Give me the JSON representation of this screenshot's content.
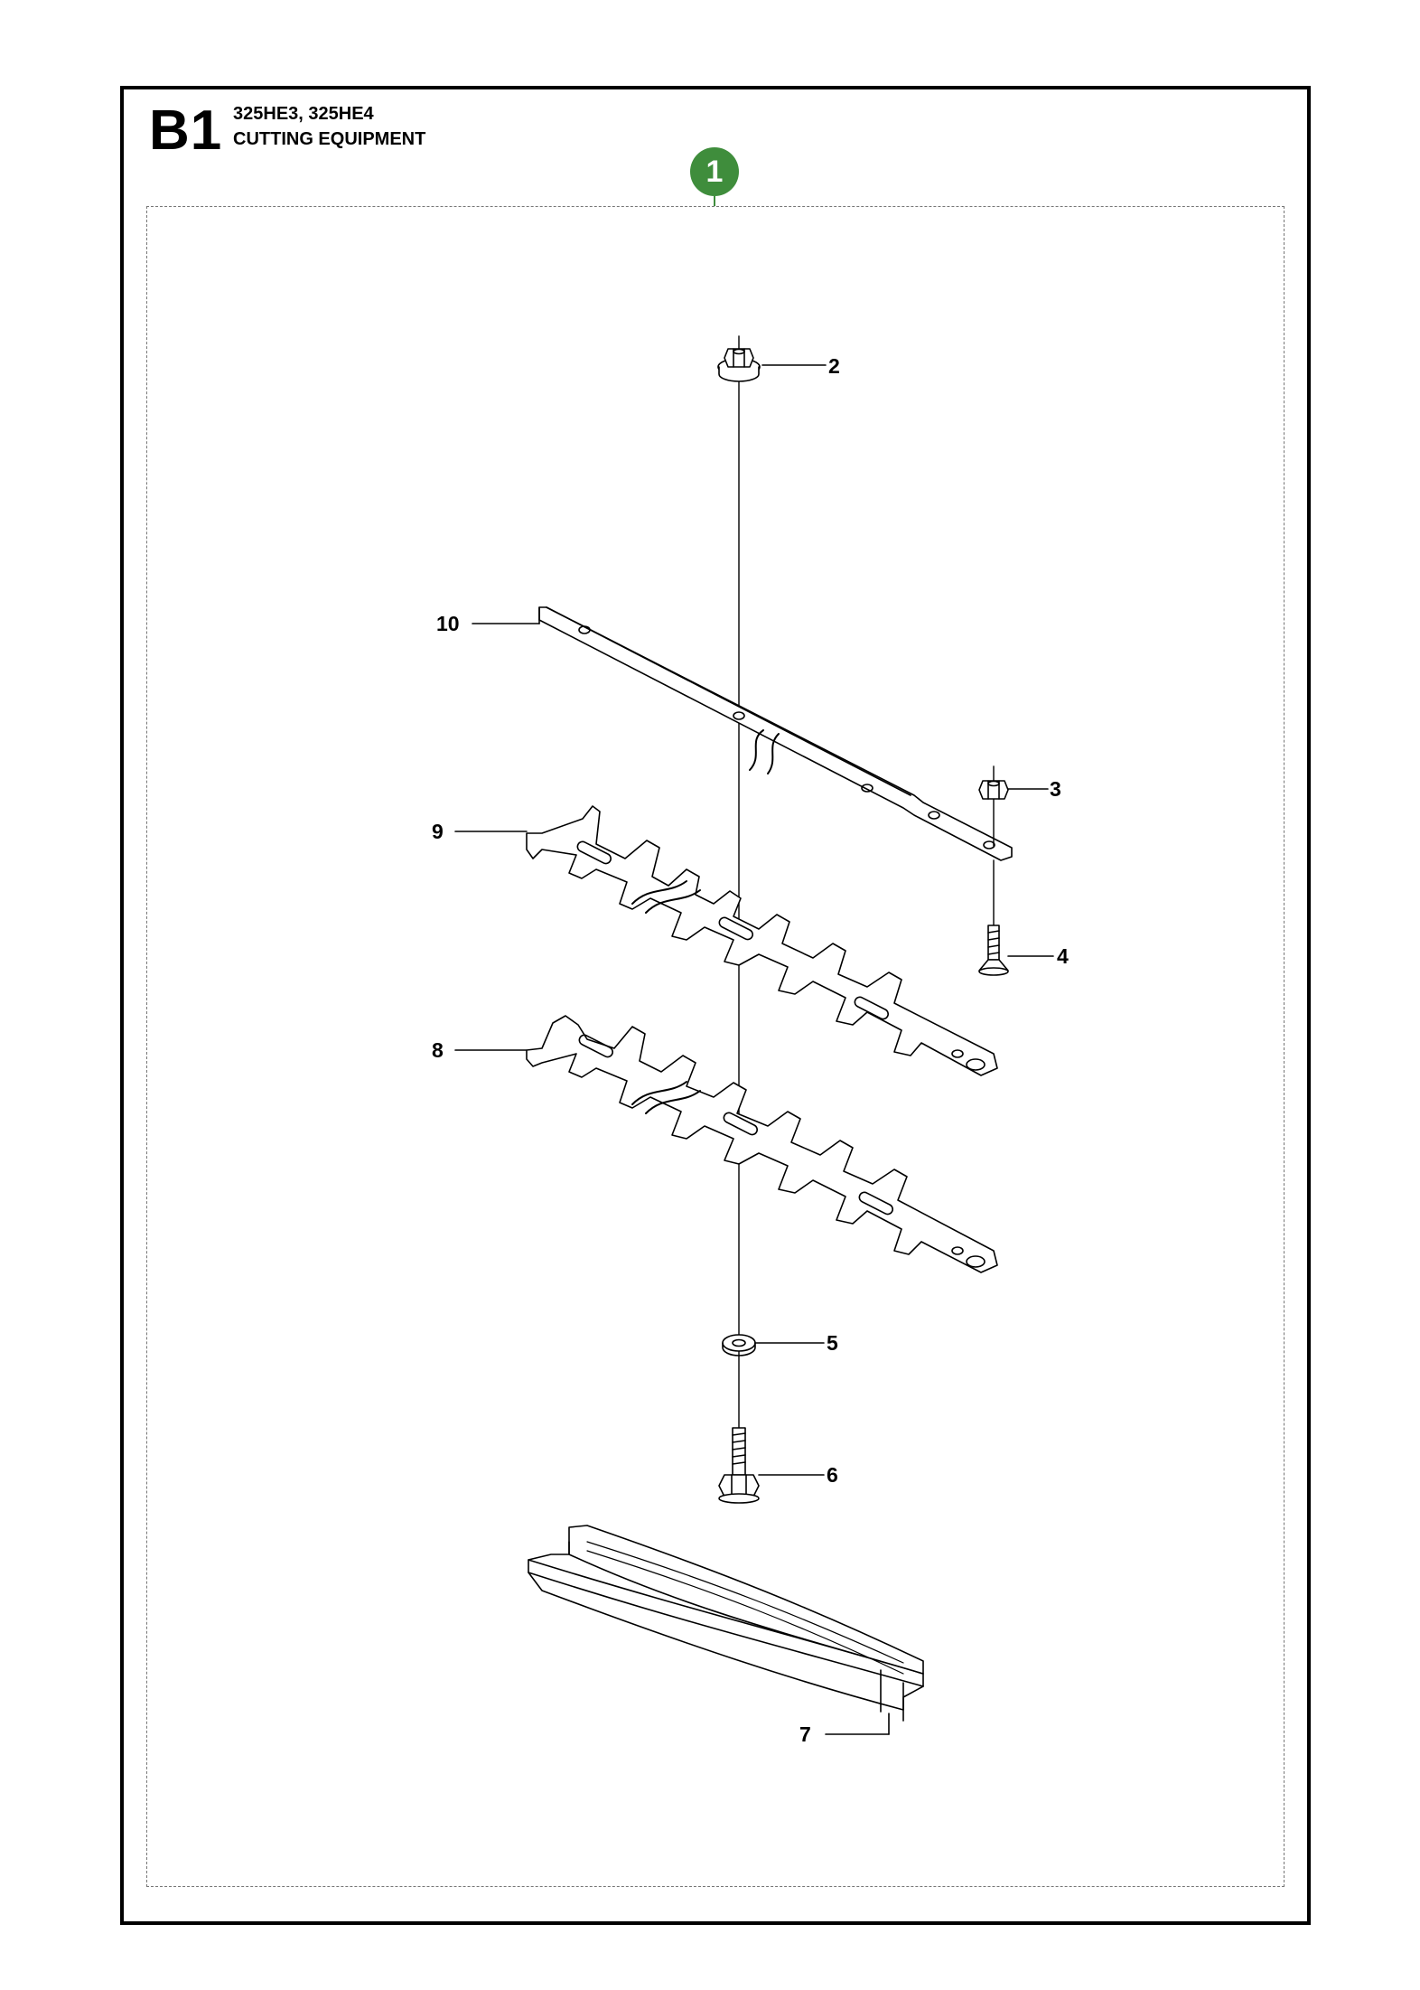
{
  "header": {
    "section_code": "B1",
    "models": "325HE3, 325HE4",
    "section_title": "CUTTING EQUIPMENT"
  },
  "assembly": {
    "badge": "1"
  },
  "callouts": {
    "c2": "2",
    "c3": "3",
    "c4": "4",
    "c5": "5",
    "c6": "6",
    "c7": "7",
    "c8": "8",
    "c9": "9",
    "c10": "10"
  },
  "parts": [
    {
      "number": "2",
      "icon": "flange-nut-icon"
    },
    {
      "number": "3",
      "icon": "lock-nut-icon"
    },
    {
      "number": "4",
      "icon": "countersunk-screw-icon"
    },
    {
      "number": "5",
      "icon": "washer-icon"
    },
    {
      "number": "6",
      "icon": "hex-bolt-icon"
    },
    {
      "number": "7",
      "icon": "blade-guard-icon"
    },
    {
      "number": "8",
      "icon": "lower-blade-icon"
    },
    {
      "number": "9",
      "icon": "upper-blade-icon"
    },
    {
      "number": "10",
      "icon": "guide-bar-icon"
    }
  ]
}
